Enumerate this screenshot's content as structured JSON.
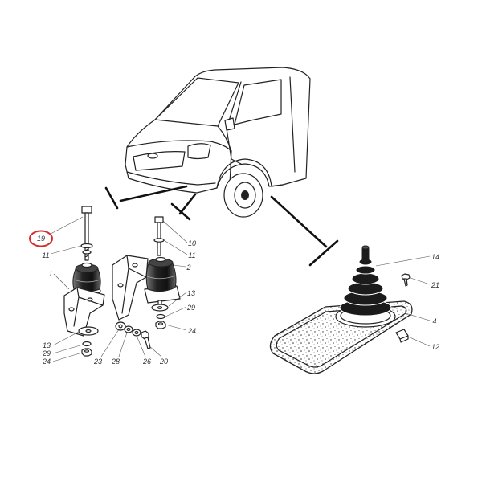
{
  "colors": {
    "highlight": "#d62b2b",
    "ink": "#222222",
    "rubber": "#1b1b1b"
  },
  "callouts": {
    "left_mount": {
      "bolt": "19",
      "washer": "11",
      "bracket": "1",
      "flat_washer": "13",
      "spring_washer": "29",
      "nut": "24"
    },
    "hardware": {
      "washer_a": "23",
      "washer_b": "28",
      "washer_c": "26",
      "bolt": "20"
    },
    "right_mount": {
      "bolt": "10",
      "washer": "11",
      "cushion": "2",
      "flat_washer": "13",
      "spring_washer": "29",
      "nut": "24"
    },
    "shift_boot": {
      "boot": "14",
      "screw": "21",
      "plate": "4",
      "clip": "12"
    }
  }
}
